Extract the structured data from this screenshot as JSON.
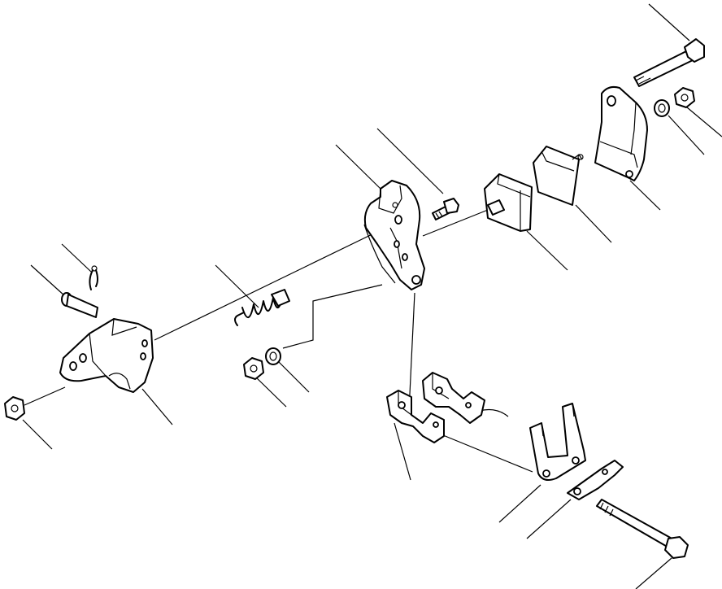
{
  "diagram": {
    "kind": "exploded-parts-view",
    "line_color": "#000000",
    "background": "#ffffff",
    "parts": [
      "bolt-upper-right",
      "nut-upper-right",
      "lock-washer-upper-right",
      "bracket-upper-right",
      "cover-plate",
      "stopper-block",
      "bolt-small",
      "lever-main",
      "spring",
      "nut-middle",
      "washer-middle",
      "cotter-pin",
      "pin-clevis",
      "bracket-left",
      "nut-left",
      "clamp-block",
      "fork-plate",
      "lock-plate",
      "bolt-lower-right"
    ]
  }
}
